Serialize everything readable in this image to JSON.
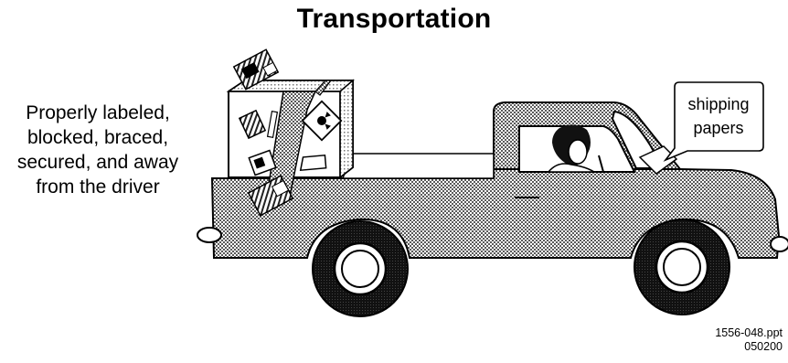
{
  "title": "Transportation",
  "caption_lines": [
    "Properly labeled,",
    "blocked, braced,",
    "secured, and away",
    "from the driver"
  ],
  "callout_lines": [
    "shipping",
    "papers"
  ],
  "reference": [
    "1556-048.ppt",
    "050200"
  ]
}
